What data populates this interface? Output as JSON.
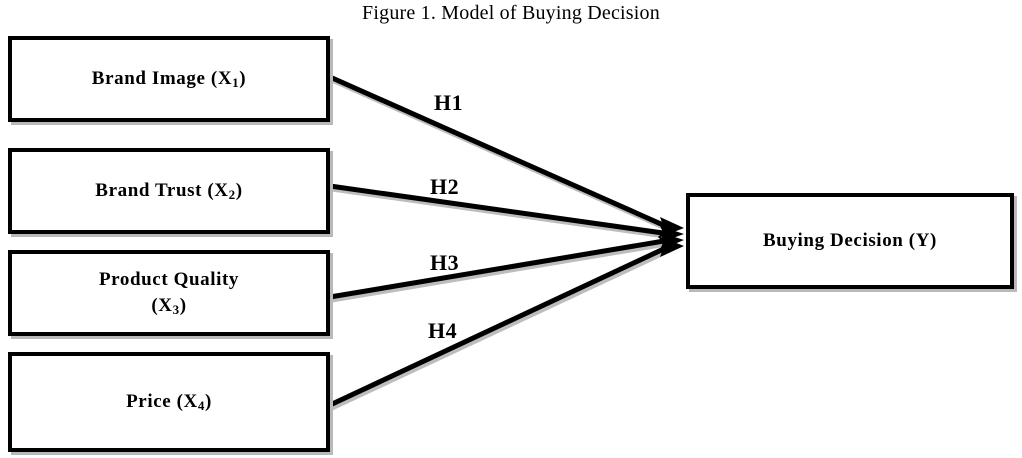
{
  "figure": {
    "title": "Figure 1. Model of Buying Decision"
  },
  "colors": {
    "box_border": "#000000",
    "box_fill": "#ffffff",
    "arrow": "#000000",
    "shadow": "#bdbdbd",
    "text": "#000000",
    "background": "#ffffff"
  },
  "nodes": {
    "independent": [
      {
        "id": "brand-image",
        "label": "Brand Image (X",
        "sub": "1",
        "tail": ")"
      },
      {
        "id": "brand-trust",
        "label": "Brand Trust (X",
        "sub": "2",
        "tail": ")"
      },
      {
        "id": "product-quality",
        "label": "Product Quality\n(X",
        "sub": "3",
        "tail": ")"
      },
      {
        "id": "price",
        "label": "Price (X",
        "sub": "4",
        "tail": ")"
      }
    ],
    "dependent": {
      "id": "buying-decision",
      "label": "Buying Decision (Y)"
    }
  },
  "hypotheses": [
    {
      "id": "h1",
      "label": "H1",
      "from": "brand-image",
      "to": "buying-decision"
    },
    {
      "id": "h2",
      "label": "H2",
      "from": "brand-trust",
      "to": "buying-decision"
    },
    {
      "id": "h3",
      "label": "H3",
      "from": "product-quality",
      "to": "buying-decision"
    },
    {
      "id": "h4",
      "label": "H4",
      "from": "price",
      "to": "buying-decision"
    }
  ],
  "chart_data": {
    "type": "diagram",
    "title": "Figure 1. Model of Buying Decision",
    "diagram_kind": "path-model",
    "nodes": [
      {
        "name": "Brand Image (X1)",
        "role": "independent"
      },
      {
        "name": "Brand Trust (X2)",
        "role": "independent"
      },
      {
        "name": "Product Quality (X3)",
        "role": "independent"
      },
      {
        "name": "Price (X4)",
        "role": "independent"
      },
      {
        "name": "Buying Decision (Y)",
        "role": "dependent"
      }
    ],
    "edges": [
      {
        "from": "Brand Image (X1)",
        "to": "Buying Decision (Y)",
        "label": "H1"
      },
      {
        "from": "Brand Trust (X2)",
        "to": "Buying Decision (Y)",
        "label": "H2"
      },
      {
        "from": "Product Quality (X3)",
        "to": "Buying Decision (Y)",
        "label": "H3"
      },
      {
        "from": "Price (X4)",
        "to": "Buying Decision (Y)",
        "label": "H4"
      }
    ]
  }
}
